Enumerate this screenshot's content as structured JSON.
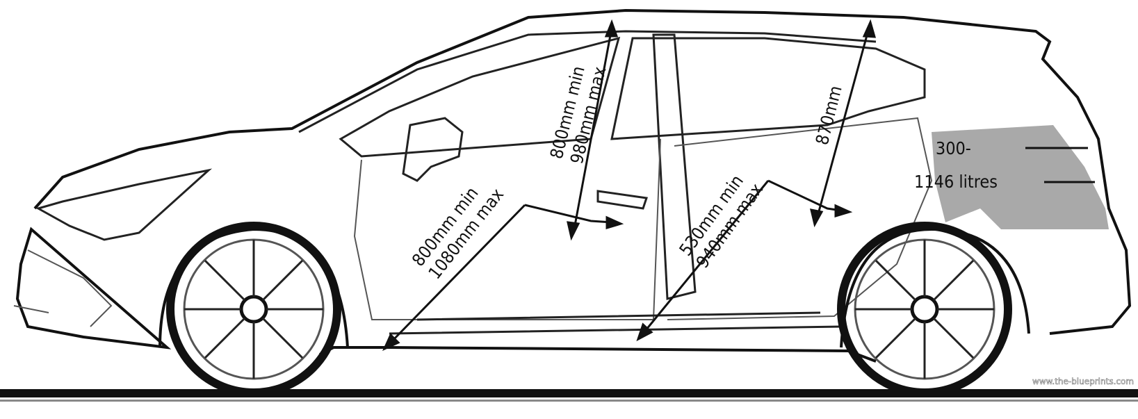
{
  "dimensions": {
    "front_headroom": {
      "line1": "800mm min",
      "line2": "980mm max"
    },
    "front_legroom": {
      "line1": "800mm min",
      "line2": "1080mm max"
    },
    "rear_legroom": {
      "line1": "530mm min",
      "line2": "940mm max"
    },
    "rear_headroom": {
      "line1": "870mm"
    },
    "boot_capacity": {
      "line1": "300-",
      "line2": "1146 litres"
    }
  },
  "watermark": "www.the-blueprints.com",
  "colors": {
    "boot_shade": "#a9a9a9",
    "line": "#111111"
  }
}
